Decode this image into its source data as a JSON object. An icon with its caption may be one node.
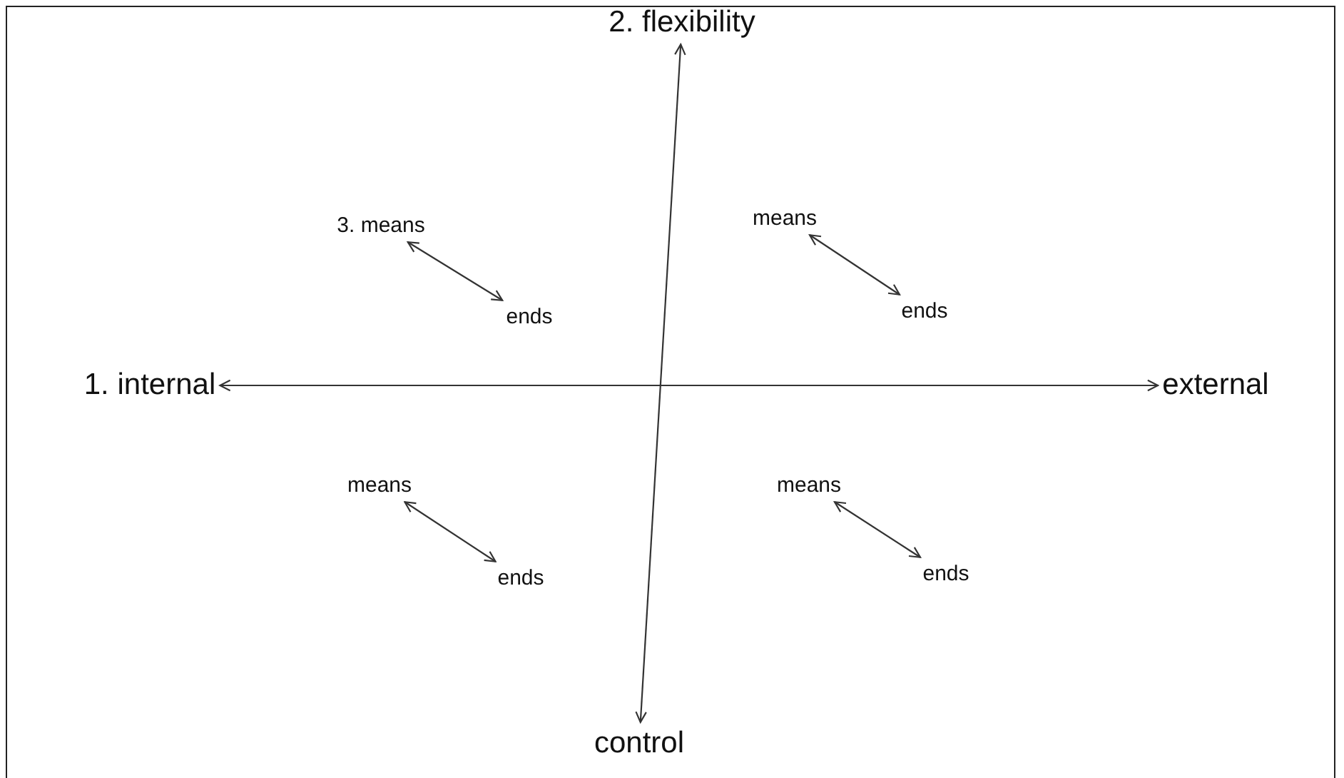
{
  "diagram": {
    "nodes": [
      {
        "text": [
          "2. flexibility"
        ]
      },
      {
        "text": [
          "3. means"
        ]
      },
      {
        "text": [
          "ends"
        ]
      },
      {
        "text": [
          "means"
        ]
      },
      {
        "text": [
          "ends"
        ]
      },
      {
        "text": [
          "1. internal"
        ]
      },
      {
        "text": [
          "external"
        ]
      },
      {
        "text": [
          "means"
        ]
      },
      {
        "text": [
          "ends"
        ]
      },
      {
        "text": [
          "means"
        ]
      },
      {
        "text": [
          "ends"
        ]
      },
      {
        "text": [
          "control"
        ]
      }
    ],
    "edges": [
      {
        "from": 0,
        "to": 11,
        "arrow": "both"
      },
      {
        "from": 1,
        "to": 2,
        "arrow": "both"
      },
      {
        "from": 3,
        "to": 4,
        "arrow": "both"
      },
      {
        "from": 5,
        "to": 6,
        "arrow": "both"
      },
      {
        "from": 7,
        "to": 8,
        "arrow": "both"
      },
      {
        "from": 9,
        "to": 10,
        "arrow": "both"
      }
    ]
  }
}
